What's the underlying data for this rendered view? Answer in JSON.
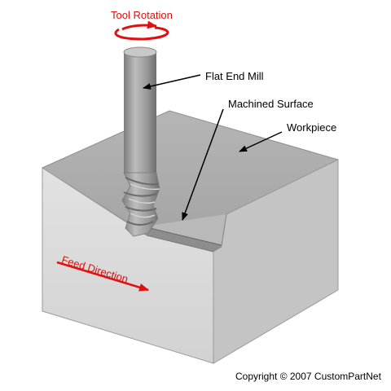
{
  "labels": {
    "tool_rotation": "Tool Rotation",
    "flat_end_mill": "Flat End Mill",
    "machined_surface": "Machined Surface",
    "workpiece": "Workpiece",
    "feed_direction": "Feed Direction"
  },
  "copyright": "Copyright © 2007 CustomPartNet",
  "colors": {
    "annotation_red": "#e01010",
    "block_top": "#a9a9a9",
    "block_front": "#d8d8d8",
    "block_right": "#c2c2c2",
    "tool": "#9a9a9a"
  }
}
